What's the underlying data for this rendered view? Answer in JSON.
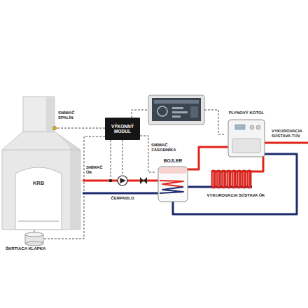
{
  "diagram": {
    "nodes": [
      {
        "text": [
          "KRB"
        ]
      },
      {
        "text": [
          "VÝKONNÝ MODUL"
        ]
      },
      {
        "text": [
          "BOJLER"
        ]
      },
      {
        "text": [
          "PLYNOVÝ KOTOL"
        ]
      },
      {
        "text": [
          "VYKUROVACIA SÚSTAVA ÚK"
        ]
      }
    ],
    "edges": [
      {
        "from": 0,
        "to": 2,
        "arrow": "none"
      },
      {
        "from": 2,
        "to": 0,
        "arrow": "none"
      },
      {
        "from": 1,
        "to": 2,
        "arrow": "none"
      },
      {
        "from": 2,
        "to": 3,
        "arrow": "none"
      },
      {
        "from": 3,
        "to": 4,
        "arrow": "none"
      },
      {
        "from": 4,
        "to": 2,
        "arrow": "none"
      },
      {
        "from": 3,
        "to": 2,
        "arrow": "none"
      }
    ],
    "labels": [
      "SNÍMAČ SPALÍN",
      "SNÍMAČ ZÁSOBNÍKA",
      "VYKUROVACIA SÚSTAVA TÚV",
      "SNÍMAČ ÚK",
      "ČERPADLO",
      "ŠKRTIACA KLAPKA"
    ]
  }
}
